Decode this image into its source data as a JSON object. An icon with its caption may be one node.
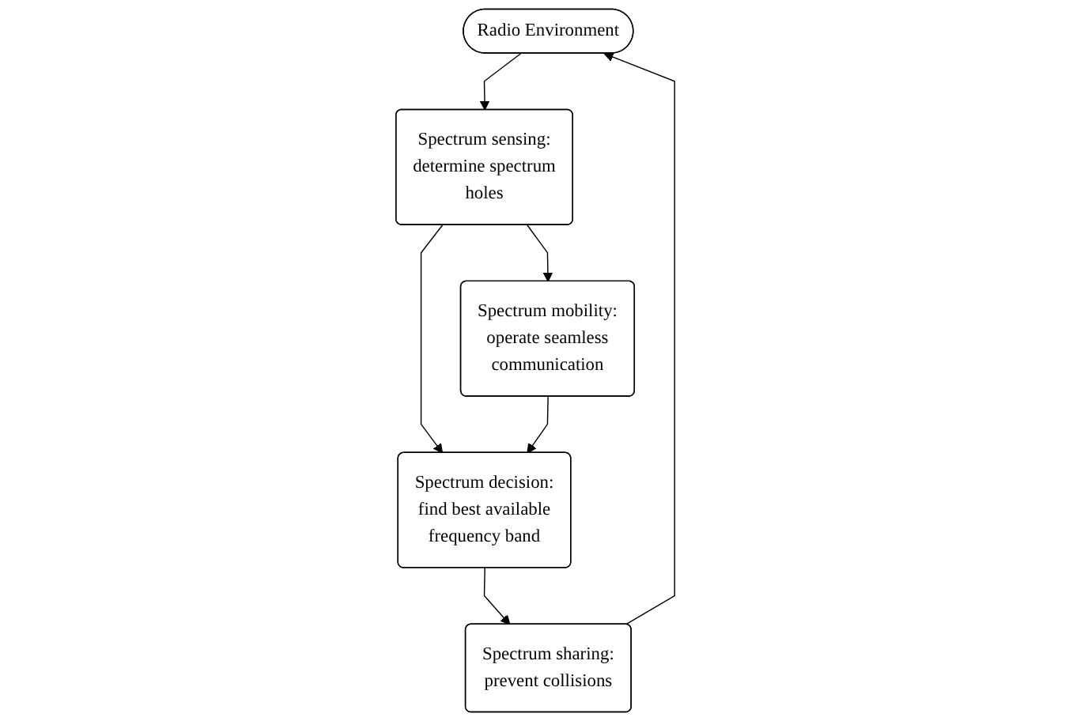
{
  "diagram": {
    "nodes": [
      {
        "text": [
          "Radio Environment"
        ]
      },
      {
        "text": [
          "Spectrum sensing: determine spectrum holes"
        ]
      },
      {
        "text": [
          "Spectrum decision: find best available frequency band"
        ]
      },
      {
        "text": [
          "Spectrum mobility: operate seamless communication"
        ]
      },
      {
        "text": [
          "Spectrum sharing: prevent collisions"
        ]
      }
    ],
    "edges": [
      {
        "from": 0,
        "to": 1,
        "arrow": "to"
      },
      {
        "from": 1,
        "to": 2,
        "arrow": "to"
      },
      {
        "from": 1,
        "to": 3,
        "arrow": "to"
      },
      {
        "from": 3,
        "to": 2,
        "arrow": "to"
      },
      {
        "from": 2,
        "to": 4,
        "arrow": "to"
      },
      {
        "from": 4,
        "to": 0,
        "arrow": "to"
      }
    ]
  }
}
